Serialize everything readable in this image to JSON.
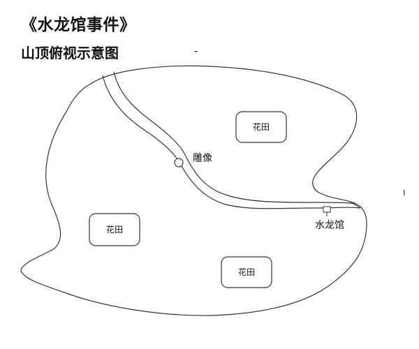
{
  "header": {
    "title": "《水龙馆事件》",
    "subtitle": "山顶俯视示意图"
  },
  "map": {
    "gardens": [
      {
        "label": "花田"
      },
      {
        "label": "花田"
      },
      {
        "label": "花田"
      }
    ],
    "statue": {
      "label": "雕像"
    },
    "hall": {
      "label": "水龙馆"
    }
  },
  "colors": {
    "line": "#333333",
    "background": "#ffffff"
  }
}
